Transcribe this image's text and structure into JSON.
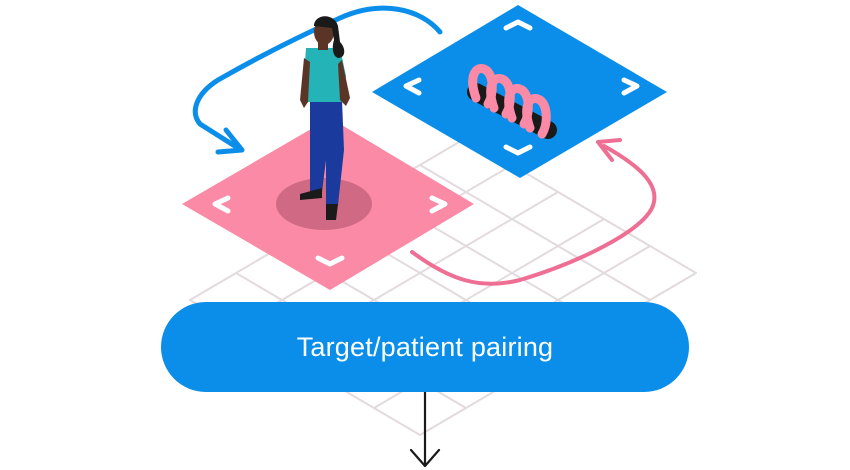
{
  "colors": {
    "blue": "#0a8ee9",
    "pink": "#fa8aa6",
    "pink_dark": "#ee6f93",
    "grid_line": "#e2dadd",
    "shadow": "#d06a84",
    "skin": "#5a3526",
    "hair": "#1a1a1a",
    "shirt": "#24b3b6",
    "pants": "#1b3a9e",
    "arrow_black": "#1a1a1a"
  },
  "step": {
    "label": "Target/patient pairing"
  },
  "icons": {
    "target_tile": "pink-target-tile-with-corner-brackets",
    "molecule_tile": "blue-tile-with-helix-molecule",
    "patient": "standing-patient-figure",
    "flow_arrows": [
      "blue-curved-arrow",
      "pink-curved-arrow"
    ],
    "next_arrow": "down-arrow-icon"
  }
}
